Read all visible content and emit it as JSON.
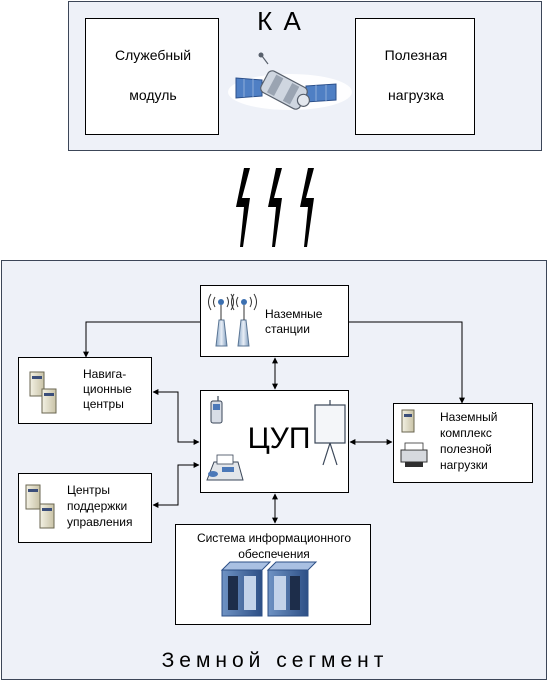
{
  "spacecraft": {
    "title": "К А",
    "service_module": [
      "Служебный",
      "модуль"
    ],
    "payload": [
      "Полезная",
      "нагрузка"
    ]
  },
  "ground": {
    "title": "Земной сегмент",
    "stations": [
      "Наземные",
      "станции"
    ],
    "nav_centers": [
      "Навига-",
      "ционные",
      "центры"
    ],
    "mcc": "ЦУП",
    "payload_complex": [
      "Наземный",
      "комплекс",
      "полезной",
      "нагрузки"
    ],
    "support_centers": [
      "Центры",
      "поддержки",
      "управления"
    ],
    "info_system": [
      "Система информационного",
      "обеспечения"
    ]
  }
}
